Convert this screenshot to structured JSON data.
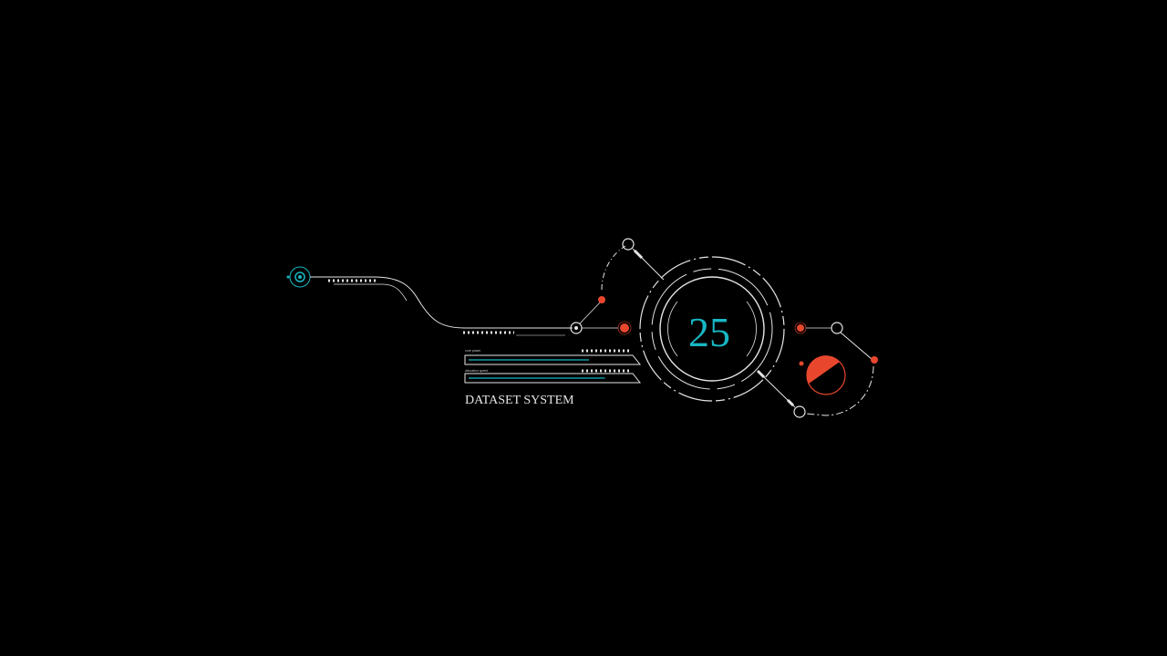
{
  "hud": {
    "counter_value": "25",
    "caption": "DATASET SYSTEM",
    "bars": [
      {
        "label": "core power",
        "level": 0.75
      },
      {
        "label": "allocation speed",
        "level": 0.85
      }
    ],
    "colors": {
      "background": "#000000",
      "line": "#e6e6e6",
      "accent_cyan": "#18b7c4",
      "accent_red": "#e8472e"
    }
  }
}
